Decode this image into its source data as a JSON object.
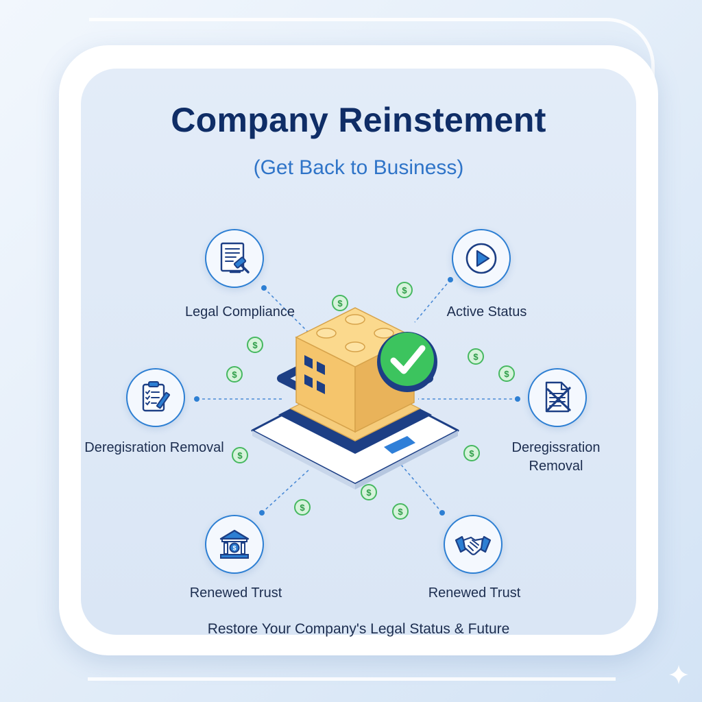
{
  "header": {
    "title": "Company Reinstement",
    "subtitle": "(Get Back to Business)"
  },
  "features": [
    {
      "label": "Legal Compliance",
      "icon": "legal-gavel-document-icon"
    },
    {
      "label": "Active Status",
      "icon": "play-icon"
    },
    {
      "label": "Deregisration Removal",
      "icon": "clipboard-checklist-icon"
    },
    {
      "label": "Deregissration Removal",
      "icon": "crossed-document-icon"
    },
    {
      "label": "Renewed Trust",
      "icon": "bank-building-icon"
    },
    {
      "label": "Renewed Trust",
      "icon": "handshake-icon"
    }
  ],
  "footer": {
    "tagline": "Restore Your Company's Legal Status & Future"
  },
  "center": {
    "icon": "building-with-checkmark-icon",
    "coin_icon": "dollar-coin-icon"
  },
  "colors": {
    "title": "#0f2d66",
    "subtitle": "#2f74c8",
    "accent_blue": "#2d7fd3",
    "check_green": "#3cc45e",
    "coin_green": "#46b860",
    "building_gold": "#f4c873",
    "base_navy": "#1d3f85"
  }
}
